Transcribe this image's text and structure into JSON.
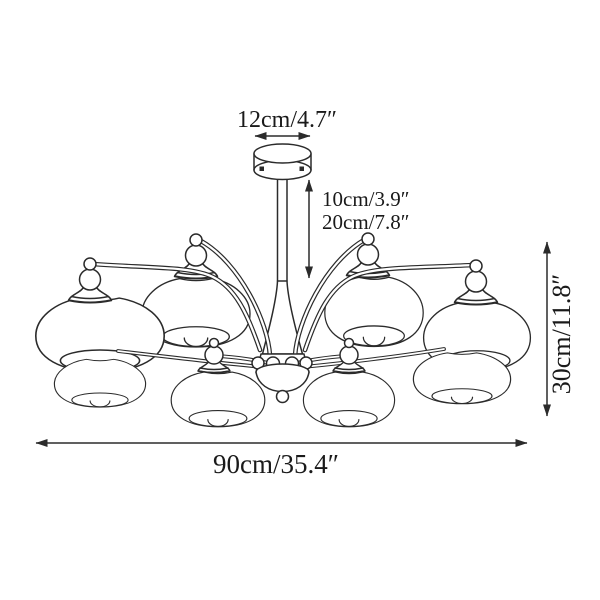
{
  "diagram": {
    "type": "chandelier-dimension-drawing",
    "lamp_count": 8,
    "colors": {
      "line": "#2b2b2b",
      "text": "#1a1a1a",
      "background": "#ffffff"
    },
    "labels": {
      "canopy_width": "12cm/4.7″",
      "rod_length_short": "10cm/3.9″",
      "rod_length_long": "20cm/7.8″",
      "fixture_height": "30cm/11.8″",
      "fixture_width": "90cm/35.4″"
    }
  }
}
